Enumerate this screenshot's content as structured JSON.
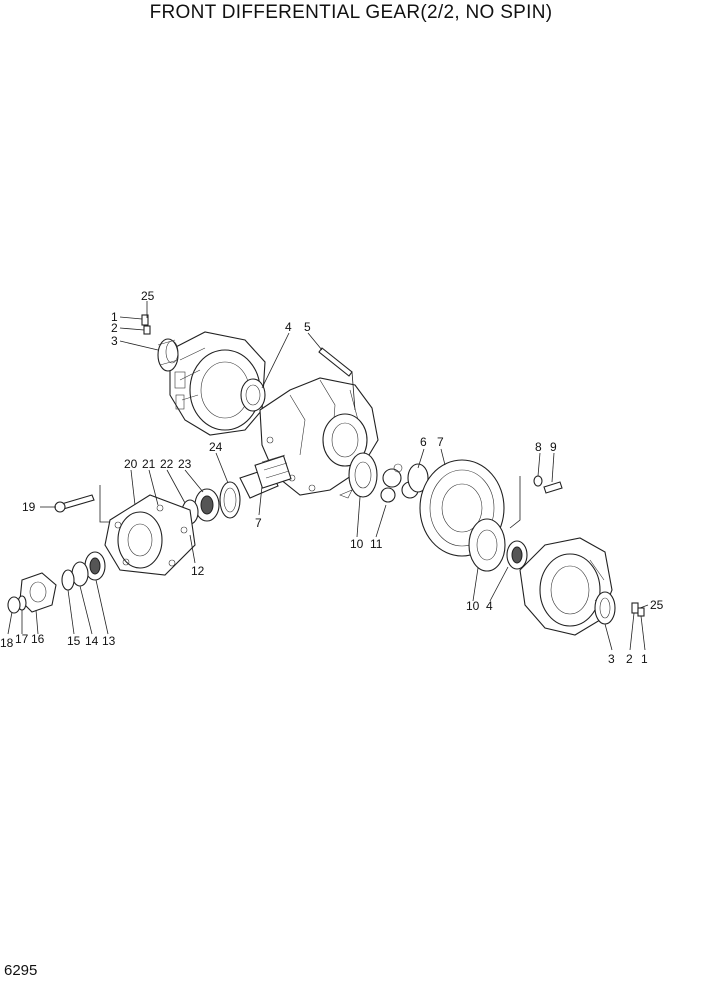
{
  "title": "FRONT DIFFERENTIAL GEAR(2/2, NO SPIN)",
  "page_number": "6295",
  "callouts": [
    "25",
    "1",
    "2",
    "3",
    "4",
    "5",
    "6",
    "7",
    "8",
    "9",
    "20",
    "21",
    "22",
    "23",
    "24",
    "19",
    "7",
    "10",
    "11",
    "10",
    "4",
    "25",
    "12",
    "18",
    "17",
    "16",
    "15",
    "14",
    "13",
    "3",
    "2",
    "1"
  ]
}
